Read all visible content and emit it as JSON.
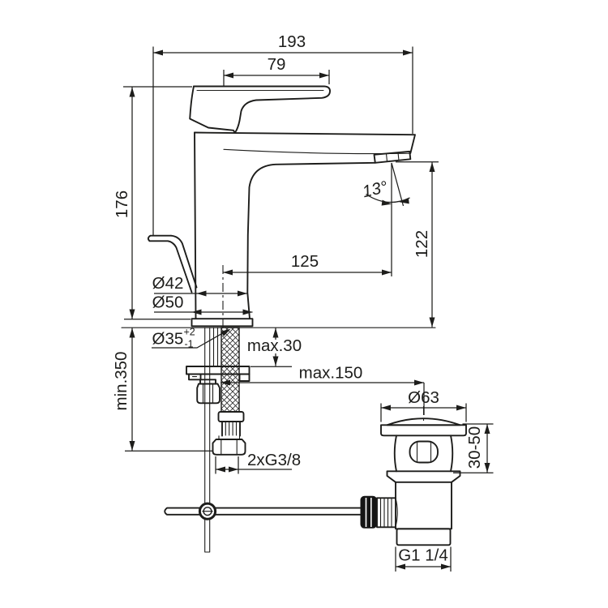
{
  "drawing": {
    "type": "technical-dimension-drawing",
    "subject": "single-lever basin mixer tap with pop-up waste, side elevation",
    "colors": {
      "line": "#1d1d1b",
      "background": "#ffffff"
    },
    "dims": {
      "overall_depth": "193",
      "handle_length": "79",
      "total_height": "176",
      "spout_height": "122",
      "spout_reach": "125",
      "spout_angle": "13°",
      "body_dia": "Ø42",
      "base_dia": "Ø50",
      "hole_dia": "Ø35",
      "hole_tol_plus": "+2",
      "hole_tol_minus": "-1",
      "deck_max": "max.30",
      "hose_min": "min.350",
      "waste_max": "max.150",
      "waste_dia": "Ø63",
      "waste_clamp_range": "30-50",
      "supply_thread": "2xG3/8",
      "waste_thread": "G1 1/4"
    }
  }
}
